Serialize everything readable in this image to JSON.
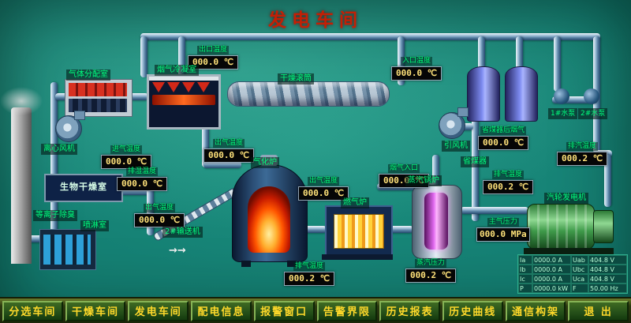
{
  "title": "发电车间",
  "colors": {
    "background_teal": "#11786d",
    "title_red": "#c41f05",
    "label_green": "#00ff7d",
    "value_amber": "#ffe27a",
    "nav_text_yellow": "#ffd92a",
    "pipe_steel_blue": "#5f88aa"
  },
  "equipment": {
    "gas_distribution_room": "气体分配室",
    "flue_gas_condenser": "烟气冷凝室",
    "drying_drum": "干燥滚筒",
    "centrifugal_fan": "离心风机",
    "bio_drying_room": "生物干燥室",
    "plasma_deodorizer": "等离子除臭",
    "spray_room": "喷淋室",
    "conveyor_2": "2#输送机",
    "gasifier": "气化炉",
    "gas_furnace": "燃气炉",
    "steam_boiler": "蒸汽锅炉",
    "economizer": "省煤器",
    "induced_draft_fan": "引风机",
    "turbine_generator": "汽轮发电机",
    "pump_1": "1#水泵",
    "pump_2": "2#水泵"
  },
  "instruments": [
    {
      "label": "出口温度",
      "value": "000.0 ℃"
    },
    {
      "label": "入口温度",
      "value": "000.0 ℃"
    },
    {
      "label": "进气温度",
      "value": "000.0 ℃"
    },
    {
      "label": "排湿温度",
      "value": "000.0 ℃"
    },
    {
      "label": "出气温度",
      "value": "000.0 ℃"
    },
    {
      "label": "出气温度",
      "value": "000.0 ℃"
    },
    {
      "label": "出气温度",
      "value": "000.0 ℃"
    },
    {
      "label": "烟气入口",
      "value": "000.0 ℃"
    },
    {
      "label": "省煤器后烟气",
      "value": "000.0 ℃"
    },
    {
      "label": "排气温度",
      "value": "000.2 ℃"
    },
    {
      "label": "主气压力",
      "value": "000.0 MPa"
    },
    {
      "label": "蒸汽压力",
      "value": "000.2 ℃"
    },
    {
      "label": "排气温度",
      "value": "000.2 ℃"
    },
    {
      "label": "排汽温度",
      "value": "000.2 ℃"
    }
  ],
  "conveyor_arrows": "→→",
  "generator_table": {
    "rows": [
      [
        "Ia",
        "0000.0 A",
        "Uab",
        "404.8 V"
      ],
      [
        "Ib",
        "0000.0 A",
        "Ubc",
        "404.8 V"
      ],
      [
        "Ic",
        "0000.0 A",
        "Uca",
        "404.8 V"
      ],
      [
        "P",
        "0000.0 kW",
        "F",
        "50.00 Hz"
      ]
    ]
  },
  "nav": {
    "items": [
      {
        "label": "分选车间"
      },
      {
        "label": "干燥车间"
      },
      {
        "label": "发电车间"
      },
      {
        "label": "配电信息"
      },
      {
        "label": "报警窗口"
      },
      {
        "label": "告警界限"
      },
      {
        "label": "历史报表"
      },
      {
        "label": "历史曲线"
      },
      {
        "label": "通信构架"
      },
      {
        "label": "退 出"
      }
    ]
  }
}
